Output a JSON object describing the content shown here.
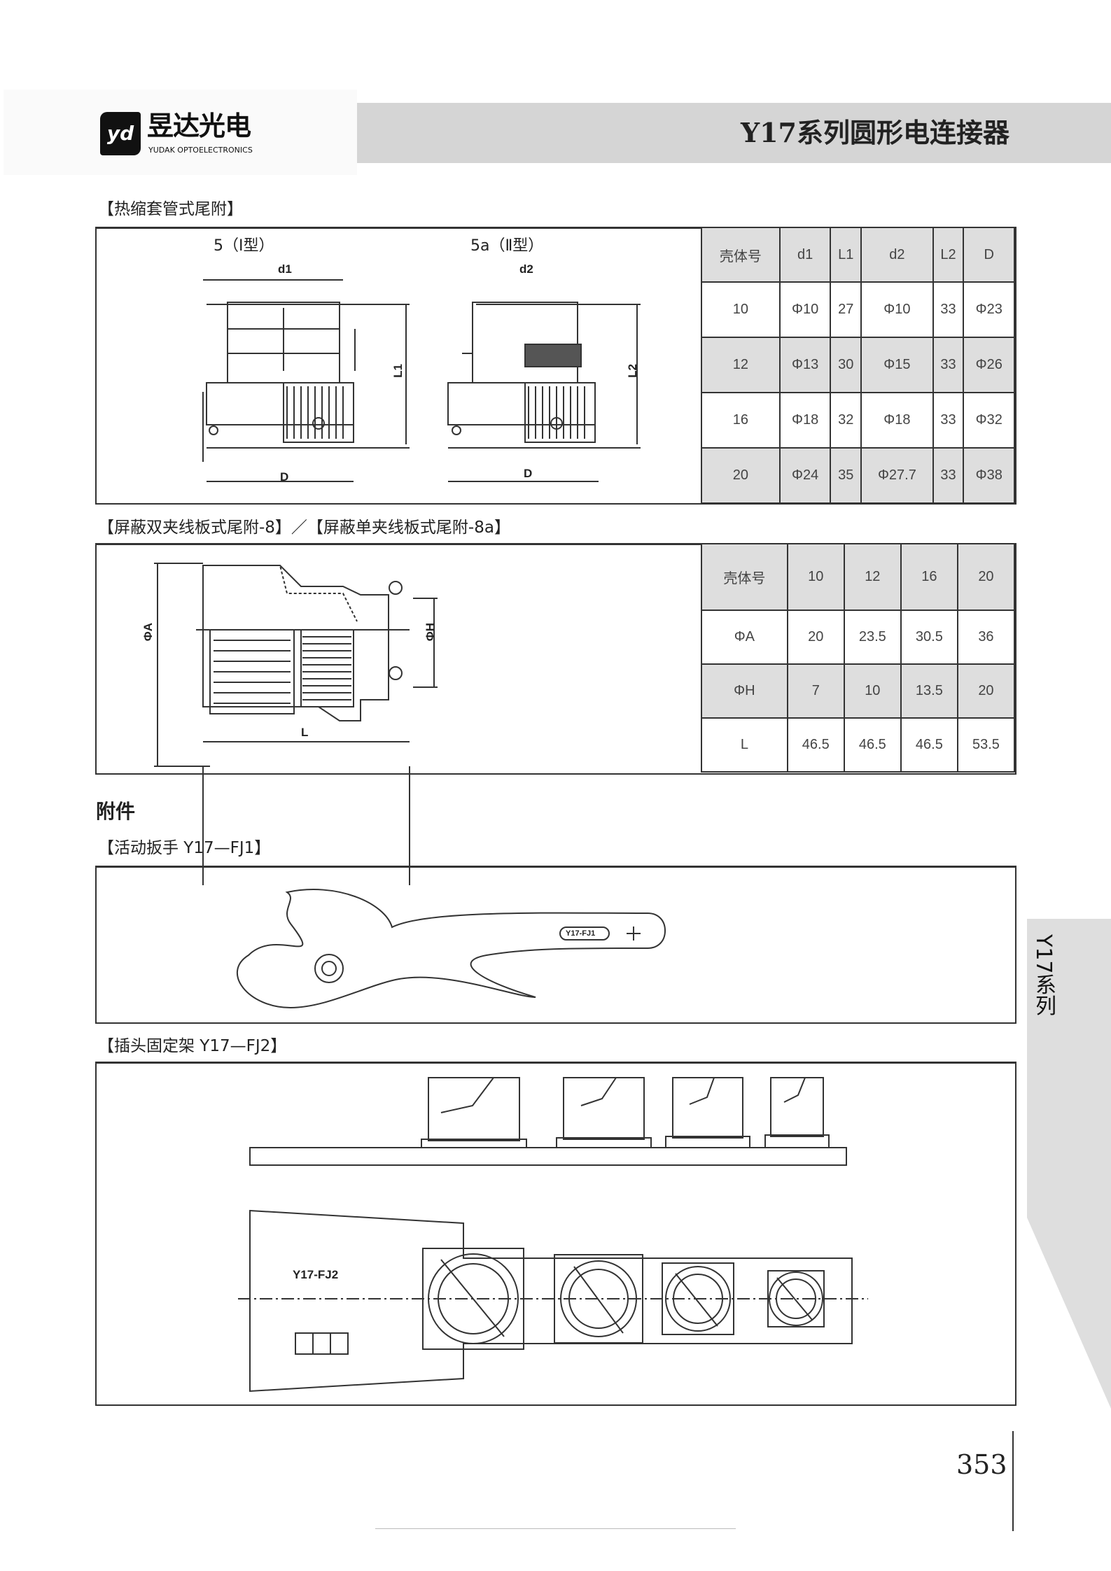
{
  "brand": {
    "logo_mark": "yd",
    "name_cn": "昱达光电",
    "name_en": "YUDAK OPTOELECTRONICS"
  },
  "header": {
    "title": "Y17系列圆形电连接器"
  },
  "section1": {
    "title": "【热缩套管式尾附】",
    "drawing": {
      "type1_label": "5（Ⅰ型）",
      "type2_label": "5a（Ⅱ型）",
      "d1": "d1",
      "d2": "d2",
      "L1": "L1",
      "L2": "L2",
      "D": "D"
    },
    "table": {
      "headers": [
        "壳体号",
        "d1",
        "L1",
        "d2",
        "L2",
        "D"
      ],
      "rows": [
        [
          "10",
          "Φ10",
          "27",
          "Φ10",
          "33",
          "Φ23"
        ],
        [
          "12",
          "Φ13",
          "30",
          "Φ15",
          "33",
          "Φ26"
        ],
        [
          "16",
          "Φ18",
          "32",
          "Φ18",
          "33",
          "Φ32"
        ],
        [
          "20",
          "Φ24",
          "35",
          "Φ27.7",
          "33",
          "Φ38"
        ]
      ]
    }
  },
  "section2": {
    "title": "【屏蔽双夹线板式尾附-8】／【屏蔽单夹线板式尾附-8a】",
    "drawing": {
      "A": "ΦA",
      "H": "ΦH",
      "L": "L"
    },
    "table": {
      "rows": [
        [
          "壳体号",
          "10",
          "12",
          "16",
          "20"
        ],
        [
          "ΦA",
          "20",
          "23.5",
          "30.5",
          "36"
        ],
        [
          "ΦH",
          "7",
          "10",
          "13.5",
          "20"
        ],
        [
          "L",
          "46.5",
          "46.5",
          "46.5",
          "53.5"
        ]
      ]
    }
  },
  "accessories": {
    "title": "附件",
    "wrench": {
      "title": "【活动扳手  Y17—FJ1】",
      "label": "Y17-FJ1"
    },
    "holder": {
      "title": "【插头固定架  Y17—FJ2】",
      "label": "Y17-FJ2"
    }
  },
  "side_tab": {
    "label": "Y17系列"
  },
  "footer": {
    "page_number": "353"
  }
}
